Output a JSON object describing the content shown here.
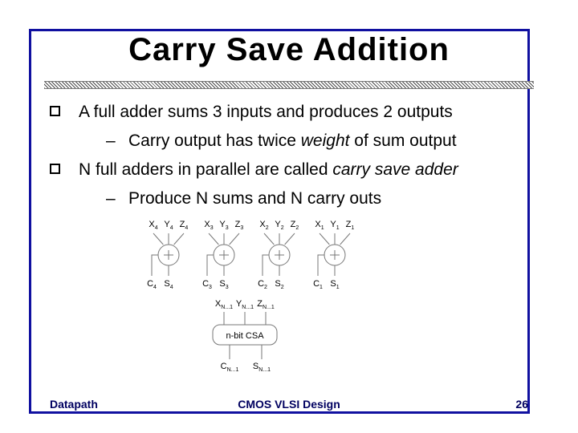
{
  "slide": {
    "title": "Carry Save Addition",
    "bullets": [
      {
        "pre": "A full adder sums 3 inputs and produces 2 outputs",
        "it": "",
        "post": ""
      },
      {
        "pre": "Carry output has twice ",
        "it": "weight",
        "post": " of sum output"
      },
      {
        "pre": "N full adders in parallel are called ",
        "it": "carry save adder",
        "post": ""
      },
      {
        "pre": "Produce N sums and N carry outs",
        "it": "",
        "post": ""
      }
    ],
    "sub_dash": "–"
  },
  "diagram": {
    "adders": [
      {
        "x": "X",
        "y": "Y",
        "z": "Z",
        "c": "C",
        "s": "S",
        "idx": "4"
      },
      {
        "x": "X",
        "y": "Y",
        "z": "Z",
        "c": "C",
        "s": "S",
        "idx": "3"
      },
      {
        "x": "X",
        "y": "Y",
        "z": "Z",
        "c": "C",
        "s": "S",
        "idx": "2"
      },
      {
        "x": "X",
        "y": "Y",
        "z": "Z",
        "c": "C",
        "s": "S",
        "idx": "1"
      }
    ],
    "csa": {
      "label": "n-bit CSA",
      "inputs": [
        {
          "base": "X",
          "sub": "N...1"
        },
        {
          "base": "Y",
          "sub": "N...1"
        },
        {
          "base": "Z",
          "sub": "N...1"
        }
      ],
      "outputs": [
        {
          "base": "C",
          "sub": "N...1"
        },
        {
          "base": "S",
          "sub": "N...1"
        }
      ]
    }
  },
  "footer": {
    "left": "Datapath",
    "center": "CMOS VLSI Design",
    "right": "26"
  },
  "colors": {
    "frame": "#1010a0",
    "footer": "#000060",
    "diagram": "#777777"
  }
}
